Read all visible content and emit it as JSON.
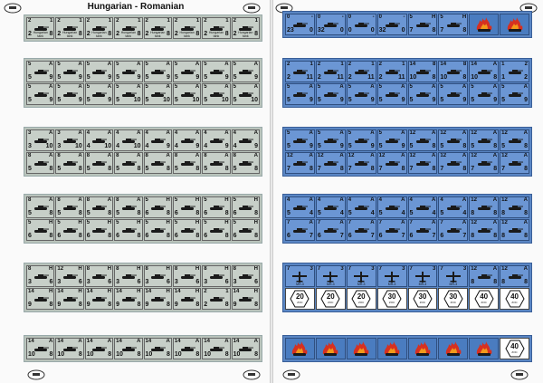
{
  "title": "Hungarian - Romanian",
  "colors": {
    "hungarian_bg": "#c7cfc8",
    "romanian_bg": "#6b96d4",
    "flame": "#d63020"
  },
  "left_panels": [
    {
      "rows": [
        [
          {
            "t": "2",
            "s": "1",
            "a": "2",
            "d": "8",
            "l": "Hungarian tank"
          },
          {
            "t": "2",
            "s": "1",
            "a": "2",
            "d": "8",
            "l": "Hungarian tank"
          },
          {
            "t": "2",
            "s": "1",
            "a": "2",
            "d": "8",
            "l": "Hungarian tank"
          },
          {
            "t": "2",
            "s": "1",
            "a": "2",
            "d": "8",
            "l": "Hungarian tank"
          },
          {
            "t": "2",
            "s": "1",
            "a": "2",
            "d": "8",
            "l": "Hungarian tank"
          },
          {
            "t": "2",
            "s": "1",
            "a": "2",
            "d": "8",
            "l": "Hungarian tank"
          },
          {
            "t": "2",
            "s": "1",
            "a": "2",
            "d": "8",
            "l": "Hungarian tank"
          },
          {
            "t": "2",
            "s": "1",
            "a": "2",
            "d": "8",
            "l": "Hungarian tank"
          }
        ]
      ]
    },
    {
      "rows": [
        [
          {
            "t": "5",
            "s": "A",
            "a": "5",
            "d": "9"
          },
          {
            "t": "5",
            "s": "A",
            "a": "5",
            "d": "9"
          },
          {
            "t": "5",
            "s": "A",
            "a": "5",
            "d": "9"
          },
          {
            "t": "5",
            "s": "A",
            "a": "5",
            "d": "9"
          },
          {
            "t": "5",
            "s": "A",
            "a": "5",
            "d": "9"
          },
          {
            "t": "5",
            "s": "A",
            "a": "5",
            "d": "9"
          },
          {
            "t": "5",
            "s": "A",
            "a": "5",
            "d": "9"
          },
          {
            "t": "5",
            "s": "A",
            "a": "5",
            "d": "9"
          }
        ],
        [
          {
            "t": "5",
            "s": "A",
            "a": "5",
            "d": "9"
          },
          {
            "t": "5",
            "s": "A",
            "a": "5",
            "d": "9"
          },
          {
            "t": "5",
            "s": "A",
            "a": "5",
            "d": "9"
          },
          {
            "t": "5",
            "s": "A",
            "a": "5",
            "d": "10"
          },
          {
            "t": "5",
            "s": "A",
            "a": "5",
            "d": "10"
          },
          {
            "t": "5",
            "s": "A",
            "a": "5",
            "d": "10"
          },
          {
            "t": "5",
            "s": "A",
            "a": "5",
            "d": "10"
          },
          {
            "t": "5",
            "s": "A",
            "a": "5",
            "d": "10"
          }
        ]
      ]
    },
    {
      "rows": [
        [
          {
            "t": "3",
            "s": "A",
            "a": "3",
            "d": "10"
          },
          {
            "t": "3",
            "s": "A",
            "a": "3",
            "d": "10"
          },
          {
            "t": "4",
            "s": "A",
            "a": "4",
            "d": "10"
          },
          {
            "t": "4",
            "s": "A",
            "a": "4",
            "d": "10"
          },
          {
            "t": "4",
            "s": "A",
            "a": "4",
            "d": "9"
          },
          {
            "t": "4",
            "s": "A",
            "a": "4",
            "d": "9"
          },
          {
            "t": "4",
            "s": "A",
            "a": "4",
            "d": "9"
          },
          {
            "t": "4",
            "s": "A",
            "a": "4",
            "d": "9"
          }
        ],
        [
          {
            "t": "8",
            "s": "A",
            "a": "5",
            "d": "8"
          },
          {
            "t": "8",
            "s": "A",
            "a": "5",
            "d": "8"
          },
          {
            "t": "8",
            "s": "A",
            "a": "5",
            "d": "8"
          },
          {
            "t": "8",
            "s": "A",
            "a": "5",
            "d": "8"
          },
          {
            "t": "8",
            "s": "A",
            "a": "5",
            "d": "8"
          },
          {
            "t": "8",
            "s": "A",
            "a": "5",
            "d": "8"
          },
          {
            "t": "8",
            "s": "A",
            "a": "5",
            "d": "8"
          },
          {
            "t": "8",
            "s": "A",
            "a": "5",
            "d": "8"
          }
        ]
      ]
    },
    {
      "rows": [
        [
          {
            "t": "8",
            "s": "A",
            "a": "5",
            "d": "8"
          },
          {
            "t": "8",
            "s": "A",
            "a": "5",
            "d": "8"
          },
          {
            "t": "8",
            "s": "A",
            "a": "5",
            "d": "8"
          },
          {
            "t": "8",
            "s": "A",
            "a": "5",
            "d": "8"
          },
          {
            "t": "5",
            "s": "H",
            "a": "6",
            "d": "8"
          },
          {
            "t": "5",
            "s": "H",
            "a": "6",
            "d": "8"
          },
          {
            "t": "5",
            "s": "H",
            "a": "6",
            "d": "8"
          },
          {
            "t": "5",
            "s": "H",
            "a": "6",
            "d": "8"
          }
        ],
        [
          {
            "t": "5",
            "s": "H",
            "a": "6",
            "d": "8"
          },
          {
            "t": "5",
            "s": "H",
            "a": "6",
            "d": "8"
          },
          {
            "t": "5",
            "s": "H",
            "a": "6",
            "d": "8"
          },
          {
            "t": "5",
            "s": "H",
            "a": "6",
            "d": "8"
          },
          {
            "t": "5",
            "s": "H",
            "a": "6",
            "d": "8"
          },
          {
            "t": "5",
            "s": "H",
            "a": "6",
            "d": "8"
          },
          {
            "t": "5",
            "s": "H",
            "a": "6",
            "d": "8"
          },
          {
            "t": "5",
            "s": "H",
            "a": "6",
            "d": "8"
          }
        ]
      ]
    },
    {
      "rows": [
        [
          {
            "t": "8",
            "s": "H",
            "a": "3",
            "d": "6"
          },
          {
            "t": "12",
            "s": "H",
            "a": "3",
            "d": "6"
          },
          {
            "t": "8",
            "s": "H",
            "a": "3",
            "d": "6"
          },
          {
            "t": "8",
            "s": "H",
            "a": "3",
            "d": "6"
          },
          {
            "t": "8",
            "s": "H",
            "a": "3",
            "d": "6"
          },
          {
            "t": "8",
            "s": "H",
            "a": "3",
            "d": "6"
          },
          {
            "t": "8",
            "s": "H",
            "a": "3",
            "d": "6"
          },
          {
            "t": "8",
            "s": "H",
            "a": "3",
            "d": "6"
          }
        ],
        [
          {
            "t": "14",
            "s": "H",
            "a": "9",
            "d": "8"
          },
          {
            "t": "14",
            "s": "H",
            "a": "9",
            "d": "8"
          },
          {
            "t": "14",
            "s": "H",
            "a": "9",
            "d": "8"
          },
          {
            "t": "14",
            "s": "H",
            "a": "9",
            "d": "8"
          },
          {
            "t": "14",
            "s": "H",
            "a": "9",
            "d": "8"
          },
          {
            "t": "14",
            "s": "H",
            "a": "9",
            "d": "8"
          },
          {
            "t": "2",
            "s": "1",
            "a": "2",
            "d": "8"
          },
          {
            "t": "14",
            "s": "H",
            "a": "9",
            "d": "8"
          }
        ]
      ]
    },
    {
      "rows": [
        [
          {
            "t": "14",
            "s": "A",
            "a": "10",
            "d": "8"
          },
          {
            "t": "14",
            "s": "A",
            "a": "10",
            "d": "8"
          },
          {
            "t": "14",
            "s": "A",
            "a": "10",
            "d": "8"
          },
          {
            "t": "14",
            "s": "A",
            "a": "10",
            "d": "8"
          },
          {
            "t": "14",
            "s": "A",
            "a": "10",
            "d": "8"
          },
          {
            "t": "14",
            "s": "A",
            "a": "10",
            "d": "8"
          },
          {
            "t": "14",
            "s": "A",
            "a": "10",
            "d": "8"
          },
          {
            "t": "14",
            "s": "A",
            "a": "10",
            "d": "8"
          }
        ]
      ]
    }
  ],
  "right_panels": [
    {
      "rows": [
        [
          {
            "t": "0",
            "s": "-",
            "a": "23",
            "d": "0"
          },
          {
            "t": "0",
            "s": "-",
            "a": "32",
            "d": "0"
          },
          {
            "t": "0",
            "s": "-",
            "a": "0",
            "d": "0"
          },
          {
            "t": "0",
            "s": "-",
            "a": "32",
            "d": "0"
          },
          {
            "t": "5",
            "s": "H",
            "a": "7",
            "d": "8"
          },
          {
            "t": "5",
            "s": "H",
            "a": "7",
            "d": "8"
          },
          {
            "kind": "fire"
          },
          {
            "kind": "fire"
          }
        ]
      ]
    },
    {
      "rows": [
        [
          {
            "t": "2",
            "s": "1",
            "a": "2",
            "d": "11"
          },
          {
            "t": "2",
            "s": "1",
            "a": "2",
            "d": "11"
          },
          {
            "t": "2",
            "s": "1",
            "a": "2",
            "d": "11"
          },
          {
            "t": "2",
            "s": "1",
            "a": "2",
            "d": "11"
          },
          {
            "t": "14",
            "s": "8",
            "a": "10",
            "d": "8"
          },
          {
            "t": "14",
            "s": "8",
            "a": "10",
            "d": "8"
          },
          {
            "t": "14",
            "s": "A",
            "a": "10",
            "d": "8"
          },
          {
            "t": "1",
            "s": "2",
            "a": "1",
            "d": "2"
          }
        ],
        [
          {
            "t": "5",
            "s": "A",
            "a": "5",
            "d": "9"
          },
          {
            "t": "5",
            "s": "A",
            "a": "5",
            "d": "9"
          },
          {
            "t": "5",
            "s": "A",
            "a": "5",
            "d": "9"
          },
          {
            "t": "5",
            "s": "A",
            "a": "5",
            "d": "9"
          },
          {
            "t": "5",
            "s": "A",
            "a": "5",
            "d": "9"
          },
          {
            "t": "5",
            "s": "A",
            "a": "5",
            "d": "9"
          },
          {
            "t": "5",
            "s": "A",
            "a": "5",
            "d": "9"
          },
          {
            "t": "5",
            "s": "A",
            "a": "5",
            "d": "9"
          }
        ]
      ]
    },
    {
      "rows": [
        [
          {
            "t": "5",
            "s": "A",
            "a": "5",
            "d": "9"
          },
          {
            "t": "5",
            "s": "A",
            "a": "5",
            "d": "9"
          },
          {
            "t": "5",
            "s": "A",
            "a": "5",
            "d": "9"
          },
          {
            "t": "5",
            "s": "A",
            "a": "5",
            "d": "9"
          },
          {
            "t": "12",
            "s": "A",
            "a": "5",
            "d": "8"
          },
          {
            "t": "12",
            "s": "A",
            "a": "5",
            "d": "8"
          },
          {
            "t": "12",
            "s": "A",
            "a": "5",
            "d": "8"
          },
          {
            "t": "12",
            "s": "A",
            "a": "5",
            "d": "8"
          }
        ],
        [
          {
            "t": "12",
            "s": "A",
            "a": "7",
            "d": "8"
          },
          {
            "t": "12",
            "s": "A",
            "a": "7",
            "d": "8"
          },
          {
            "t": "12",
            "s": "A",
            "a": "7",
            "d": "8"
          },
          {
            "t": "12",
            "s": "A",
            "a": "7",
            "d": "8"
          },
          {
            "t": "12",
            "s": "A",
            "a": "7",
            "d": "8"
          },
          {
            "t": "12",
            "s": "A",
            "a": "7",
            "d": "8"
          },
          {
            "t": "12",
            "s": "A",
            "a": "7",
            "d": "8"
          },
          {
            "t": "12",
            "s": "A",
            "a": "7",
            "d": "8"
          }
        ]
      ]
    },
    {
      "rows": [
        [
          {
            "t": "4",
            "s": "A",
            "a": "5",
            "d": "4"
          },
          {
            "t": "4",
            "s": "A",
            "a": "5",
            "d": "4"
          },
          {
            "t": "4",
            "s": "A",
            "a": "5",
            "d": "4"
          },
          {
            "t": "4",
            "s": "A",
            "a": "5",
            "d": "4"
          },
          {
            "t": "4",
            "s": "A",
            "a": "5",
            "d": "4"
          },
          {
            "t": "4",
            "s": "A",
            "a": "5",
            "d": "4"
          },
          {
            "t": "12",
            "s": "A",
            "a": "8",
            "d": "8"
          },
          {
            "t": "12",
            "s": "A",
            "a": "8",
            "d": "8"
          }
        ],
        [
          {
            "t": "7",
            "s": "A",
            "a": "6",
            "d": "7"
          },
          {
            "t": "7",
            "s": "A",
            "a": "6",
            "d": "7"
          },
          {
            "t": "7",
            "s": "A",
            "a": "6",
            "d": "7"
          },
          {
            "t": "7",
            "s": "A",
            "a": "6",
            "d": "7"
          },
          {
            "t": "7",
            "s": "A",
            "a": "6",
            "d": "7"
          },
          {
            "t": "7",
            "s": "A",
            "a": "6",
            "d": "7"
          },
          {
            "t": "12",
            "s": "A",
            "a": "8",
            "d": "8"
          },
          {
            "t": "12",
            "s": "A",
            "a": "8",
            "d": "8"
          }
        ]
      ]
    },
    {
      "rows": [
        [
          {
            "kind": "plane",
            "t": "7",
            "s": "3",
            "l": "MR-3"
          },
          {
            "kind": "plane",
            "t": "7",
            "s": "3",
            "l": "MR-3"
          },
          {
            "kind": "plane",
            "t": "7",
            "s": "3",
            "l": "MR-3"
          },
          {
            "kind": "plane",
            "t": "7",
            "s": "3",
            "l": "MR-3"
          },
          {
            "kind": "plane",
            "t": "7",
            "s": "3",
            "l": "MR-3"
          },
          {
            "kind": "plane",
            "t": "7",
            "s": "3",
            "l": "MR-3"
          },
          {
            "t": "12",
            "s": "A",
            "a": "8",
            "d": "8"
          },
          {
            "t": "12",
            "s": "A",
            "a": "8",
            "d": "8"
          }
        ],
        [
          {
            "kind": "hex",
            "n": "20",
            "sub": "ZOC"
          },
          {
            "kind": "hex",
            "n": "20",
            "sub": "ZOC"
          },
          {
            "kind": "hex",
            "n": "20",
            "sub": "ZOC"
          },
          {
            "kind": "hex",
            "n": "30",
            "sub": "ZOC"
          },
          {
            "kind": "hex",
            "n": "30",
            "sub": "ZOC"
          },
          {
            "kind": "hex",
            "n": "30",
            "sub": "ZOC"
          },
          {
            "kind": "hex",
            "n": "40",
            "sub": "ZOC"
          },
          {
            "kind": "hex",
            "n": "40",
            "sub": "ZOC"
          }
        ]
      ]
    },
    {
      "rows": [
        [
          {
            "kind": "fire"
          },
          {
            "kind": "fire"
          },
          {
            "kind": "fire"
          },
          {
            "kind": "fire"
          },
          {
            "kind": "fire"
          },
          {
            "kind": "fire"
          },
          {
            "kind": "fire"
          },
          {
            "kind": "hex",
            "n": "40",
            "sub": "ZOC"
          }
        ]
      ]
    }
  ]
}
